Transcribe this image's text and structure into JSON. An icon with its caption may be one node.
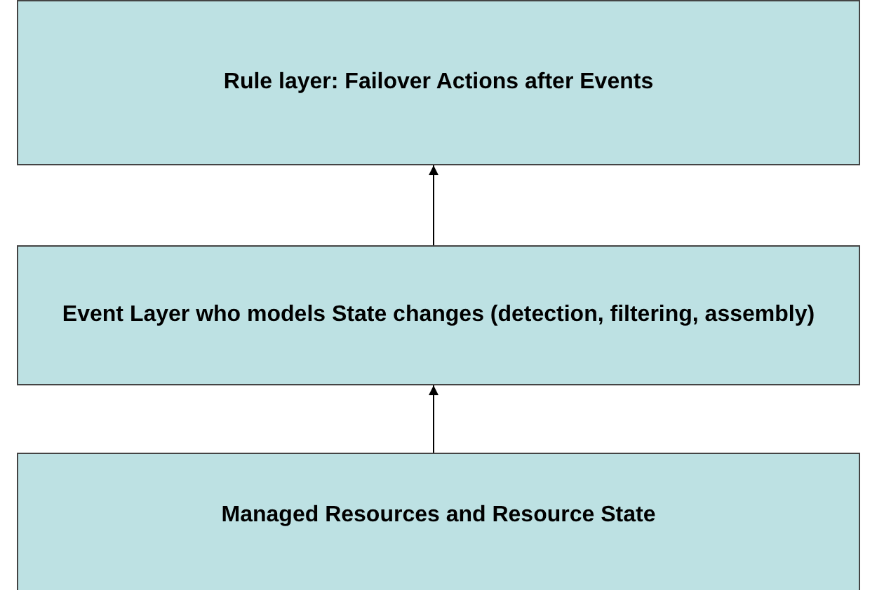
{
  "diagram": {
    "nodes": [
      {
        "text": [
          "Rule layer: Failover Actions after Events"
        ]
      },
      {
        "text": [
          "Event Layer who models State changes (detection, filtering, assembly)"
        ]
      },
      {
        "text": [
          "Managed Resources and Resource State"
        ]
      }
    ],
    "edges": [
      {
        "from": 1,
        "to": 0,
        "arrow": "to"
      },
      {
        "from": 2,
        "to": 1,
        "arrow": "to"
      }
    ]
  }
}
